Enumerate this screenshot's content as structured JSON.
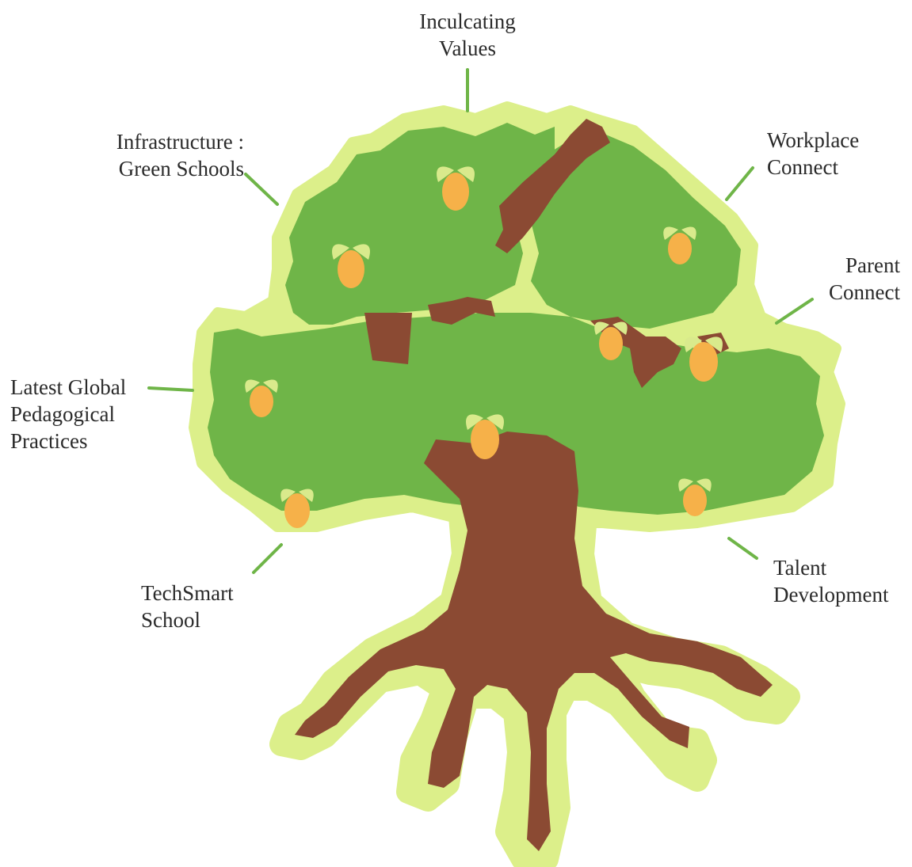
{
  "colors": {
    "halo": "#dcef8a",
    "foliage": "#6fb548",
    "trunk": "#8b4a33",
    "fruit": "#f6b149",
    "leaf": "#d9ea8c",
    "connector": "#6fb548",
    "text": "#2a2a2a"
  },
  "labels": {
    "values": {
      "line1": "Inculcating",
      "line2": "Values"
    },
    "infrastructure": {
      "line1": "Infrastructure :",
      "line2": "Green Schools"
    },
    "workplace": {
      "line1": "Workplace",
      "line2": "Connect"
    },
    "parent": {
      "line1": "Parent",
      "line2": "Connect"
    },
    "pedagogy": {
      "line1": "Latest Global",
      "line2": "Pedagogical",
      "line3": "Practices"
    },
    "techsmart": {
      "line1": "TechSmart",
      "line2": "School"
    },
    "talent": {
      "line1": "Talent",
      "line2": "Development"
    }
  }
}
